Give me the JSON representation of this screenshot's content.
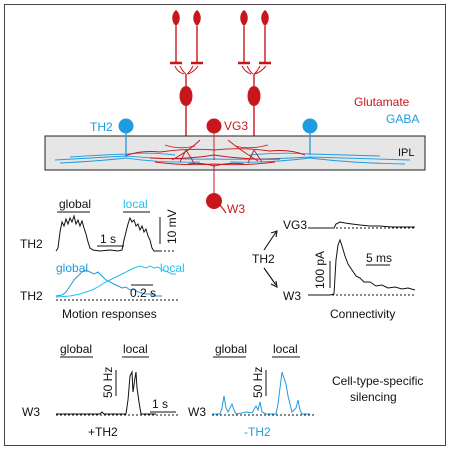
{
  "colors": {
    "glutamate": "#c8171c",
    "gaba": "#1f9be0",
    "light_blue": "#29c0ee",
    "black": "#111111",
    "ipl_fill": "#e6e6e6",
    "frame": "#444444"
  },
  "circuit": {
    "th2_left_label": "TH2",
    "vg3_label": "VG3",
    "w3_label": "W3",
    "ipl_label": "IPL",
    "legend_glutamate": "Glutamate",
    "legend_gaba": "GABA"
  },
  "motion": {
    "global_label": "global",
    "local_label": "local",
    "scale_time": "1 s",
    "scale_voltage": "10 mV",
    "th2_label_top": "TH2",
    "global_label_2": "global",
    "local_label_2": "local",
    "scale_time_2": "0.2 s",
    "th2_label_bottom": "TH2",
    "caption": "Motion responses"
  },
  "connectivity": {
    "vg3_label": "VG3",
    "th2_label": "TH2",
    "w3_label": "W3",
    "scale_current": "100 pA",
    "scale_time": "5 ms",
    "caption": "Connectivity"
  },
  "silencing": {
    "global_label_a": "global",
    "local_label_a": "local",
    "scale_rate_a": "50 Hz",
    "scale_time_a": "1 s",
    "w3_label_a": "W3",
    "condition_a": "+TH2",
    "global_label_b": "global",
    "local_label_b": "local",
    "scale_rate_b": "50 Hz",
    "w3_label_b": "W3",
    "condition_b": "-TH2",
    "caption_line1": "Cell-type-specific",
    "caption_line2": "silencing"
  }
}
